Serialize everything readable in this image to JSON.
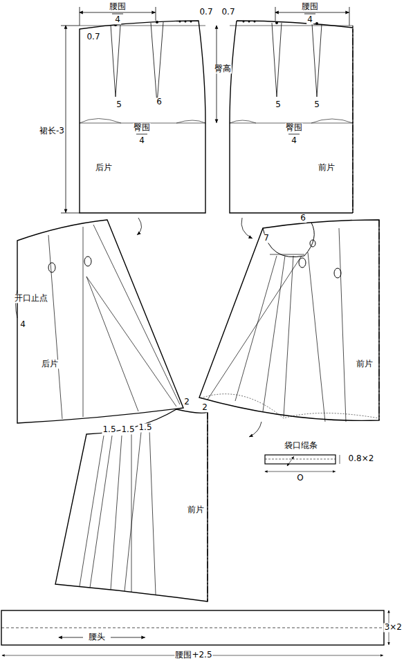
{
  "diagram": {
    "labels": [
      "腰围",
      "4",
      "0.7",
      "0.7",
      "腰围",
      "4",
      "0.7",
      "臀高",
      "裙长-3",
      "5",
      "6",
      "5",
      "5",
      "臀围",
      "4",
      "臀围",
      "4",
      "后片",
      "前片",
      "开口止点",
      "4",
      "后片",
      "6",
      "7",
      "前片",
      "2",
      "2",
      "1.5",
      "1.5",
      "1.5",
      "前片",
      "袋口绲条",
      "O",
      "0.8×2",
      "腰头",
      "3×2",
      "腰围+2.5"
    ]
  }
}
